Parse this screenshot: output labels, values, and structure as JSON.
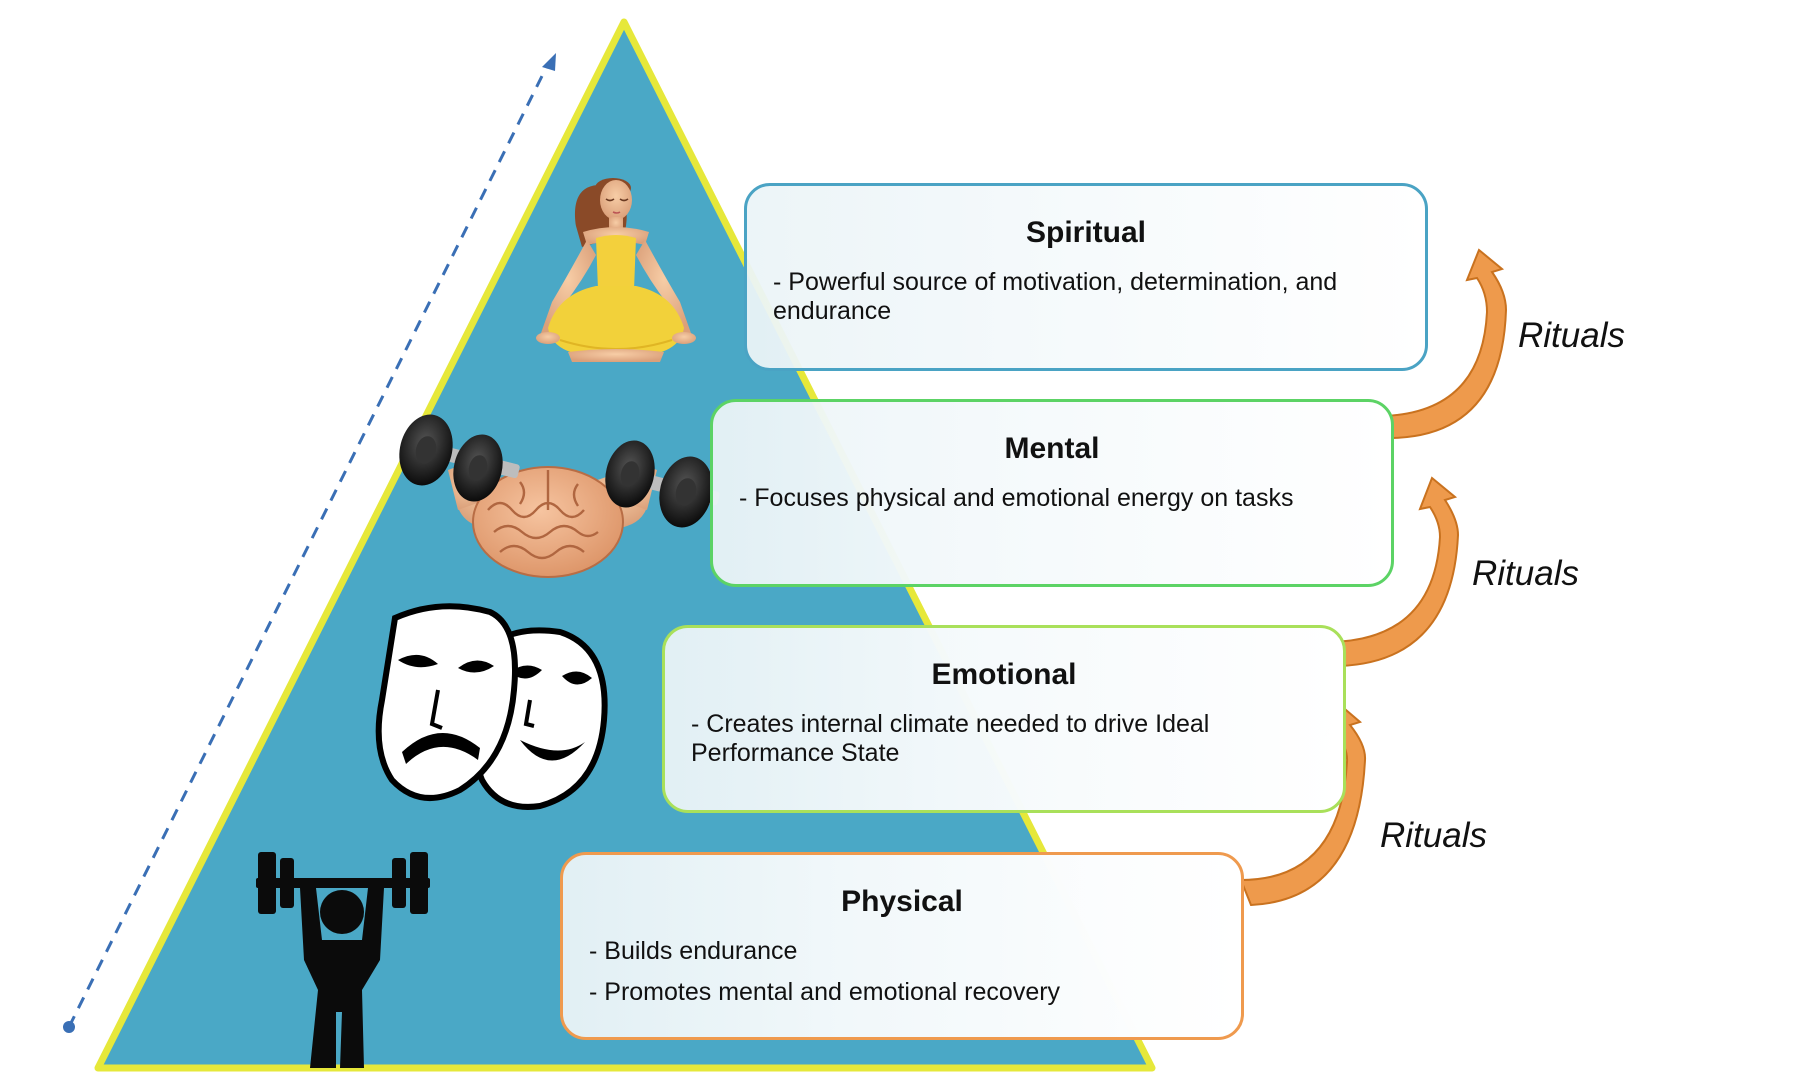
{
  "colors": {
    "pyramid_fill": "#4aa8c6",
    "pyramid_border": "#e6e83a",
    "arrow_fill": "#ee9a4c",
    "dashed_arrow": "#3a6fb5",
    "border_spiritual": "#4aa3c4",
    "border_mental": "#5cd365",
    "border_emotional": "#a9e05a",
    "border_physical": "#ef9a4e"
  },
  "levels": [
    {
      "id": "spiritual",
      "title": "Spiritual",
      "lines": [
        "- Powerful source of motivation, determination, and endurance"
      ],
      "icon": "meditation-icon"
    },
    {
      "id": "mental",
      "title": "Mental",
      "lines": [
        "- Focuses physical and emotional energy on tasks"
      ],
      "icon": "brain-dumbbell-icon"
    },
    {
      "id": "emotional",
      "title": "Emotional",
      "lines": [
        "- Creates internal climate needed to drive Ideal Performance State"
      ],
      "icon": "theater-masks-icon"
    },
    {
      "id": "physical",
      "title": "Physical",
      "lines": [
        "- Builds endurance",
        "- Promotes mental and emotional recovery"
      ],
      "icon": "weightlifter-icon"
    }
  ],
  "rituals": [
    "Rituals",
    "Rituals",
    "Rituals"
  ]
}
